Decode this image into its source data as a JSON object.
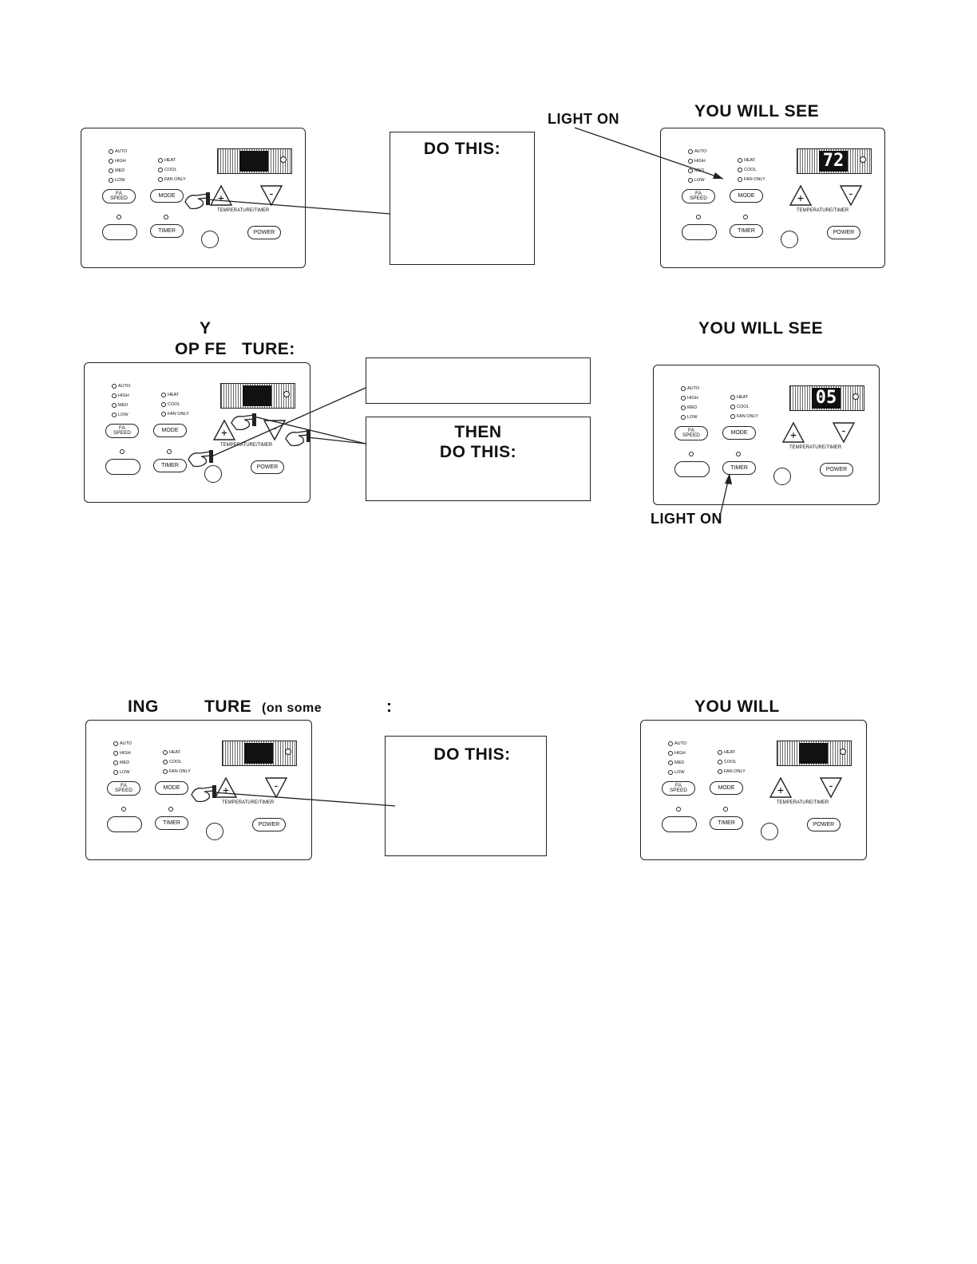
{
  "section1": {
    "light_on_label": "LIGHT ON",
    "you_will_see_label": "YOU WILL SEE",
    "do_this_label": "DO THIS:",
    "left_panel": {
      "display": "",
      "leds_mode_on": []
    },
    "right_panel": {
      "display": "72"
    }
  },
  "section2": {
    "heading_line1": "Y",
    "heading_line2": "OP FE   TURE:",
    "you_will_see_label": "YOU WILL SEE",
    "then_label": "THEN",
    "do_this_label": "DO THIS:",
    "light_on_label": "LIGHT ON",
    "right_panel": {
      "display": "05"
    }
  },
  "section3": {
    "heading_part1": "ING",
    "heading_part2": "TURE",
    "heading_part3": "(on some",
    "heading_part4": ":",
    "you_will_label": "YOU WILL",
    "do_this_label": "DO THIS:"
  },
  "panel_labels": {
    "auto": "AUTO",
    "high": "HIGH",
    "med": "MED",
    "low": "LOW",
    "heat": "HEAT",
    "cool": "COOL",
    "fan_only": "FAN ONLY",
    "fan_speed_1": "FA",
    "fan_speed_2": "SPEED",
    "mode": "MODE",
    "timer": "TIMER",
    "power": "POWER",
    "temp_timer": "TEMPERATURE/TIMER",
    "plus": "+",
    "minus": "-"
  }
}
